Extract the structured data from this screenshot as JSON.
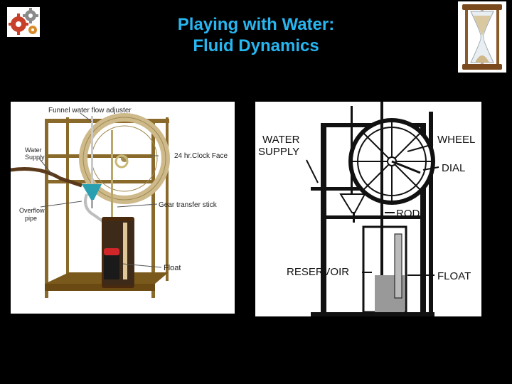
{
  "slide": {
    "title_line1": "Playing with Water:",
    "title_line2": "Fluid Dynamics"
  },
  "left_diagram": {
    "labels": {
      "funnel": "Funnel water flow adjuster",
      "water_supply_1": "Water",
      "water_supply_2": "Supply",
      "clock_face": "24 hr.Clock Face",
      "overflow_1": "Overflow",
      "overflow_2": "pipe",
      "gear_stick": "Gear transfer stick",
      "float": "Float"
    }
  },
  "right_diagram": {
    "labels": {
      "water_1": "WATER",
      "water_2": "SUPPLY",
      "wheel": "WHEEL",
      "dial": "DIAL",
      "rod": "ROD",
      "reservoir": "RESERVOIR",
      "float": "FLOAT"
    }
  },
  "colors": {
    "title": "#27b6f0",
    "wood": "#7a5a1c",
    "wheel": "#cdb98a",
    "funnel": "#2a9fb0"
  }
}
